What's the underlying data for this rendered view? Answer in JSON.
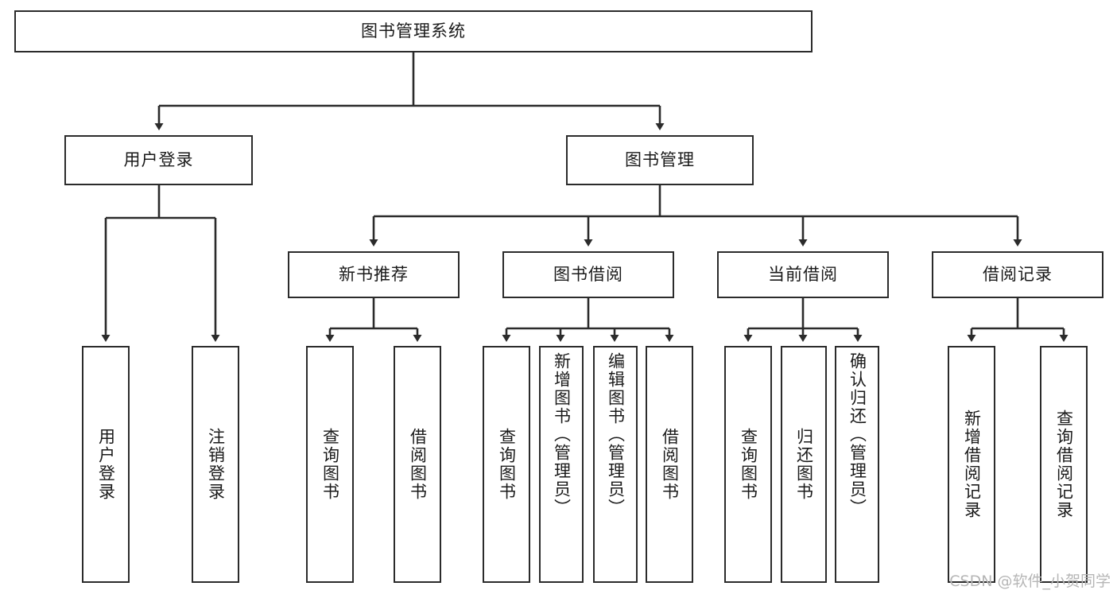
{
  "diagram": {
    "title": "图书管理系统",
    "type": "tree-hierarchy",
    "watermark": "CSDN @软件_小贺同学",
    "colors": {
      "stroke": "#2b2b2b",
      "fill": "#ffffff",
      "text": "#1a1a1a",
      "watermark": "#b6b6b6"
    },
    "nodes": {
      "root": {
        "label": "图书管理系统"
      },
      "level2": [
        {
          "label": "用户登录"
        },
        {
          "label": "图书管理"
        }
      ],
      "level3": [
        {
          "label": "新书推荐"
        },
        {
          "label": "图书借阅"
        },
        {
          "label": "当前借阅"
        },
        {
          "label": "借阅记录"
        }
      ],
      "leaves": {
        "user_login": [
          {
            "label": "用户登录"
          },
          {
            "label": "注销登录"
          }
        ],
        "new_book": [
          {
            "label": "查询图书"
          },
          {
            "label": "借阅图书"
          }
        ],
        "book_borrow": [
          {
            "label": "查询图书"
          },
          {
            "label": "新增图书（管理员）"
          },
          {
            "label": "编辑图书（管理员）"
          },
          {
            "label": "借阅图书"
          }
        ],
        "current_borrow": [
          {
            "label": "查询图书"
          },
          {
            "label": "归还图书"
          },
          {
            "label": "确认归还（管理员）"
          }
        ],
        "borrow_record": [
          {
            "label": "新增借阅记录"
          },
          {
            "label": "查询借阅记录"
          }
        ]
      }
    }
  }
}
